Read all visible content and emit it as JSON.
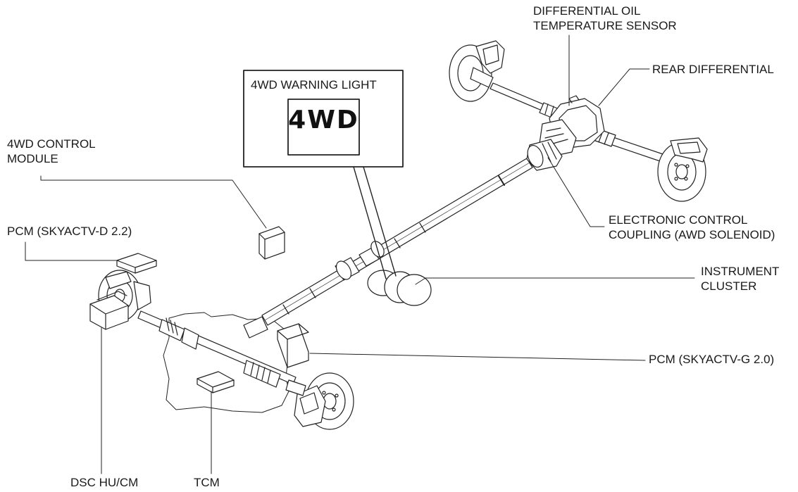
{
  "labels": {
    "diff_oil_sensor": [
      "DIFFERENTIAL OIL",
      "TEMPERATURE SENSOR"
    ],
    "rear_differential": "REAR DIFFERENTIAL",
    "warning_light_title": "4WD WARNING LIGHT",
    "warning_light_text": "4WD",
    "control_module": [
      "4WD CONTROL",
      "MODULE"
    ],
    "pcm_diesel": "PCM (SKYACTV-D 2.2)",
    "ecc": [
      "ELECTRONIC CONTROL",
      "COUPLING (AWD SOLENOID)"
    ],
    "instrument_cluster": [
      "INSTRUMENT",
      "CLUSTER"
    ],
    "pcm_gasoline": "PCM (SKYACTV-G 2.0)",
    "dsc": "DSC HU/CM",
    "tcm": "TCM"
  }
}
